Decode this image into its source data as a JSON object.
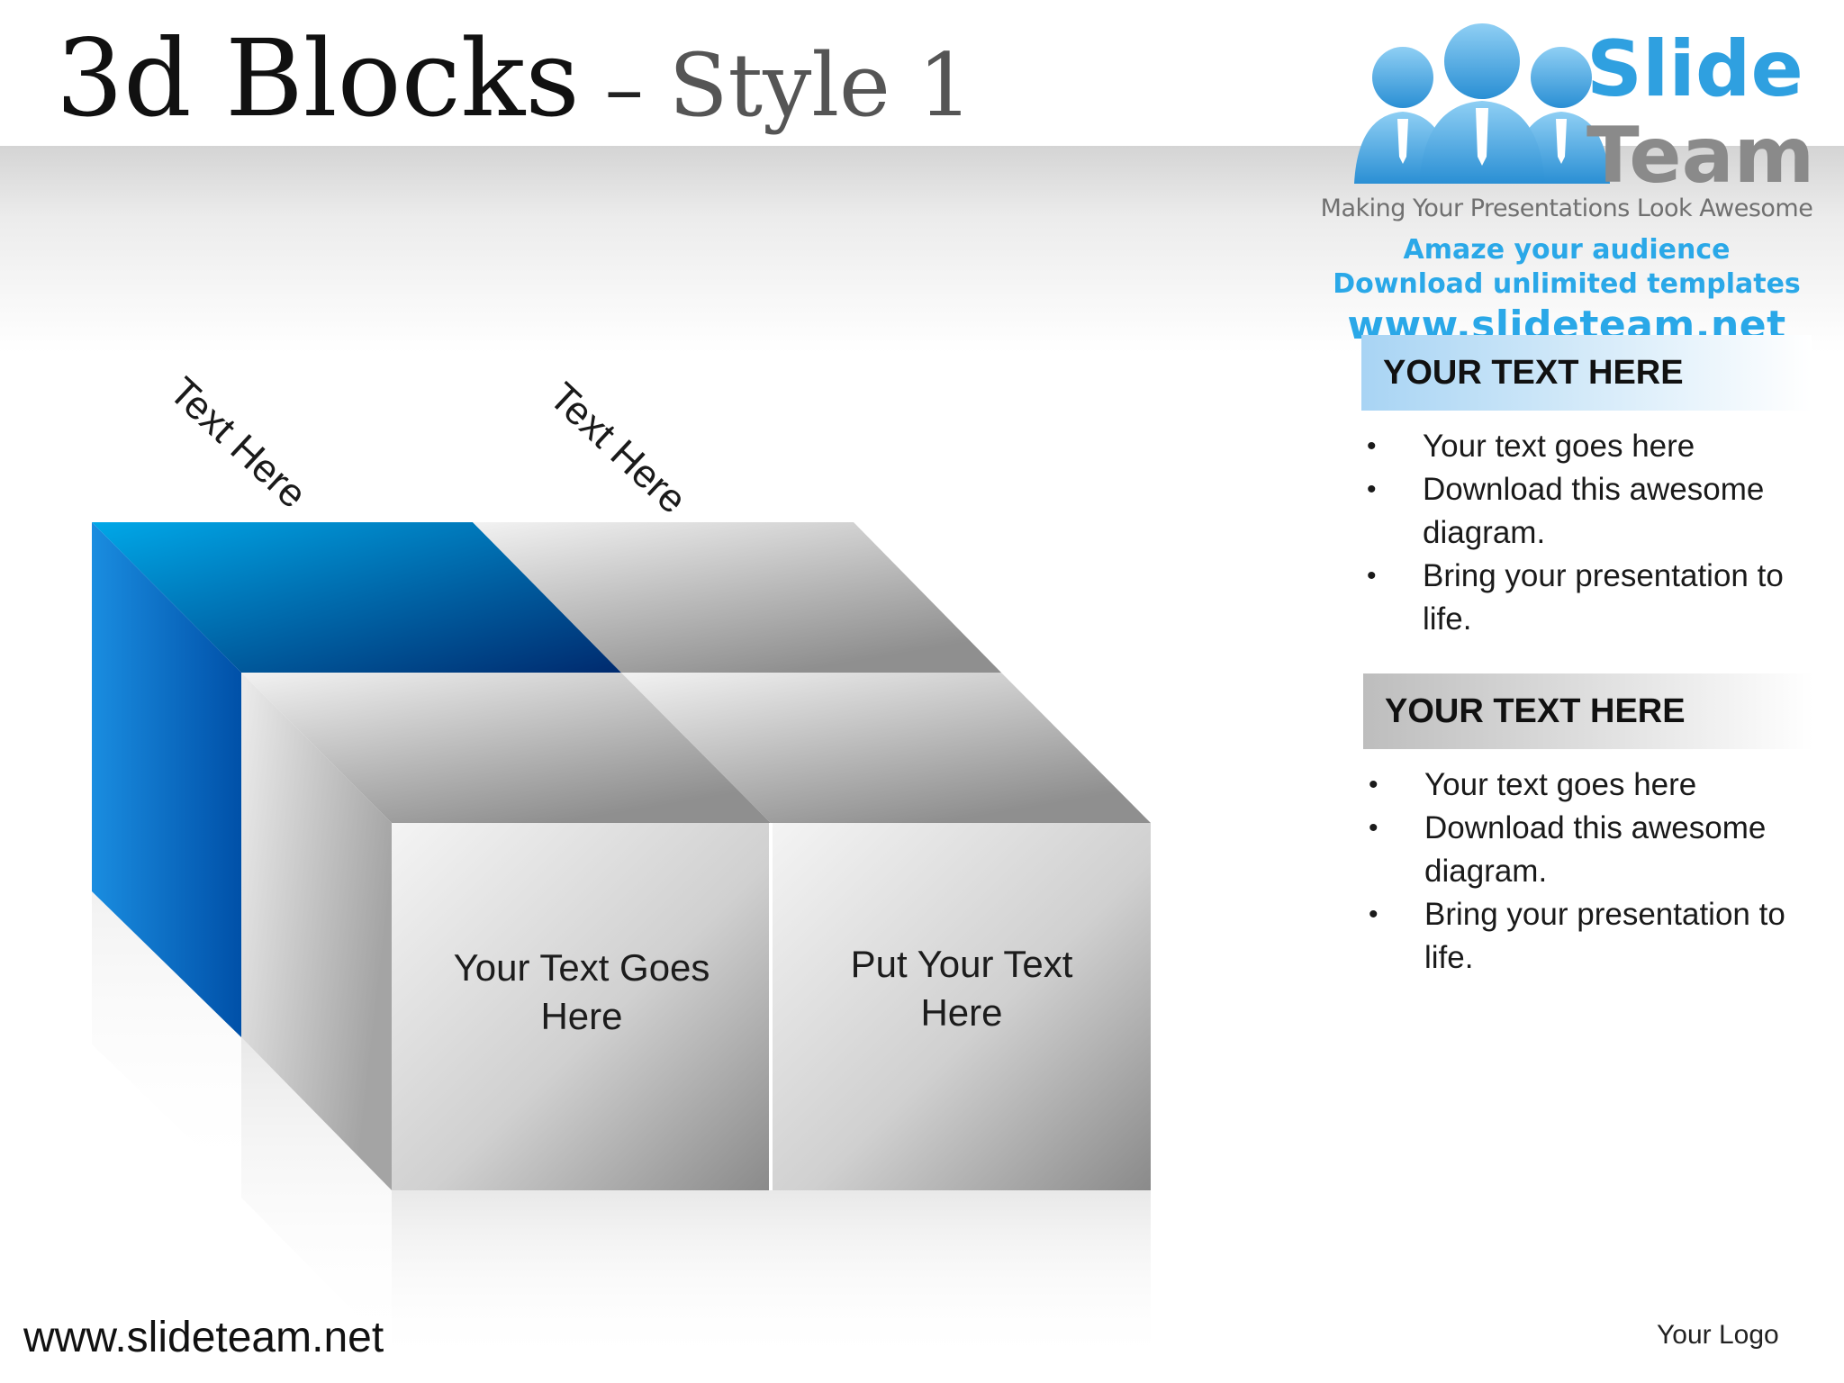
{
  "title": {
    "main": "3d Blocks",
    "dash": "–",
    "sub": "Style 1"
  },
  "logo": {
    "word1": "Slide",
    "word2": "Team",
    "tagline": "Making Your Presentations Look Awesome",
    "promo": [
      "Amaze your audience",
      "Download unlimited templates",
      "www.slideteam.net"
    ]
  },
  "diagram": {
    "top_labels": [
      "Text Here",
      "Text Here"
    ],
    "front_texts": [
      {
        "line1": "Your Text Goes",
        "line2": "Here"
      },
      {
        "line1": "Put Your Text",
        "line2": "Here"
      }
    ],
    "colors": {
      "highlight": "#0072c6",
      "block_gray": "#c8c8c8"
    }
  },
  "panels": [
    {
      "header": "YOUR TEXT HERE",
      "style": "blue",
      "items": [
        "Your text goes here",
        "Download this awesome diagram.",
        "Bring your presentation to life."
      ]
    },
    {
      "header": "YOUR TEXT HERE",
      "style": "gray",
      "items": [
        "Your text goes here",
        "Download this awesome diagram.",
        "Bring your presentation to life."
      ]
    }
  ],
  "footer": {
    "url": "www.slideteam.net",
    "logo_placeholder": "Your Logo",
    "bullet": "•"
  }
}
